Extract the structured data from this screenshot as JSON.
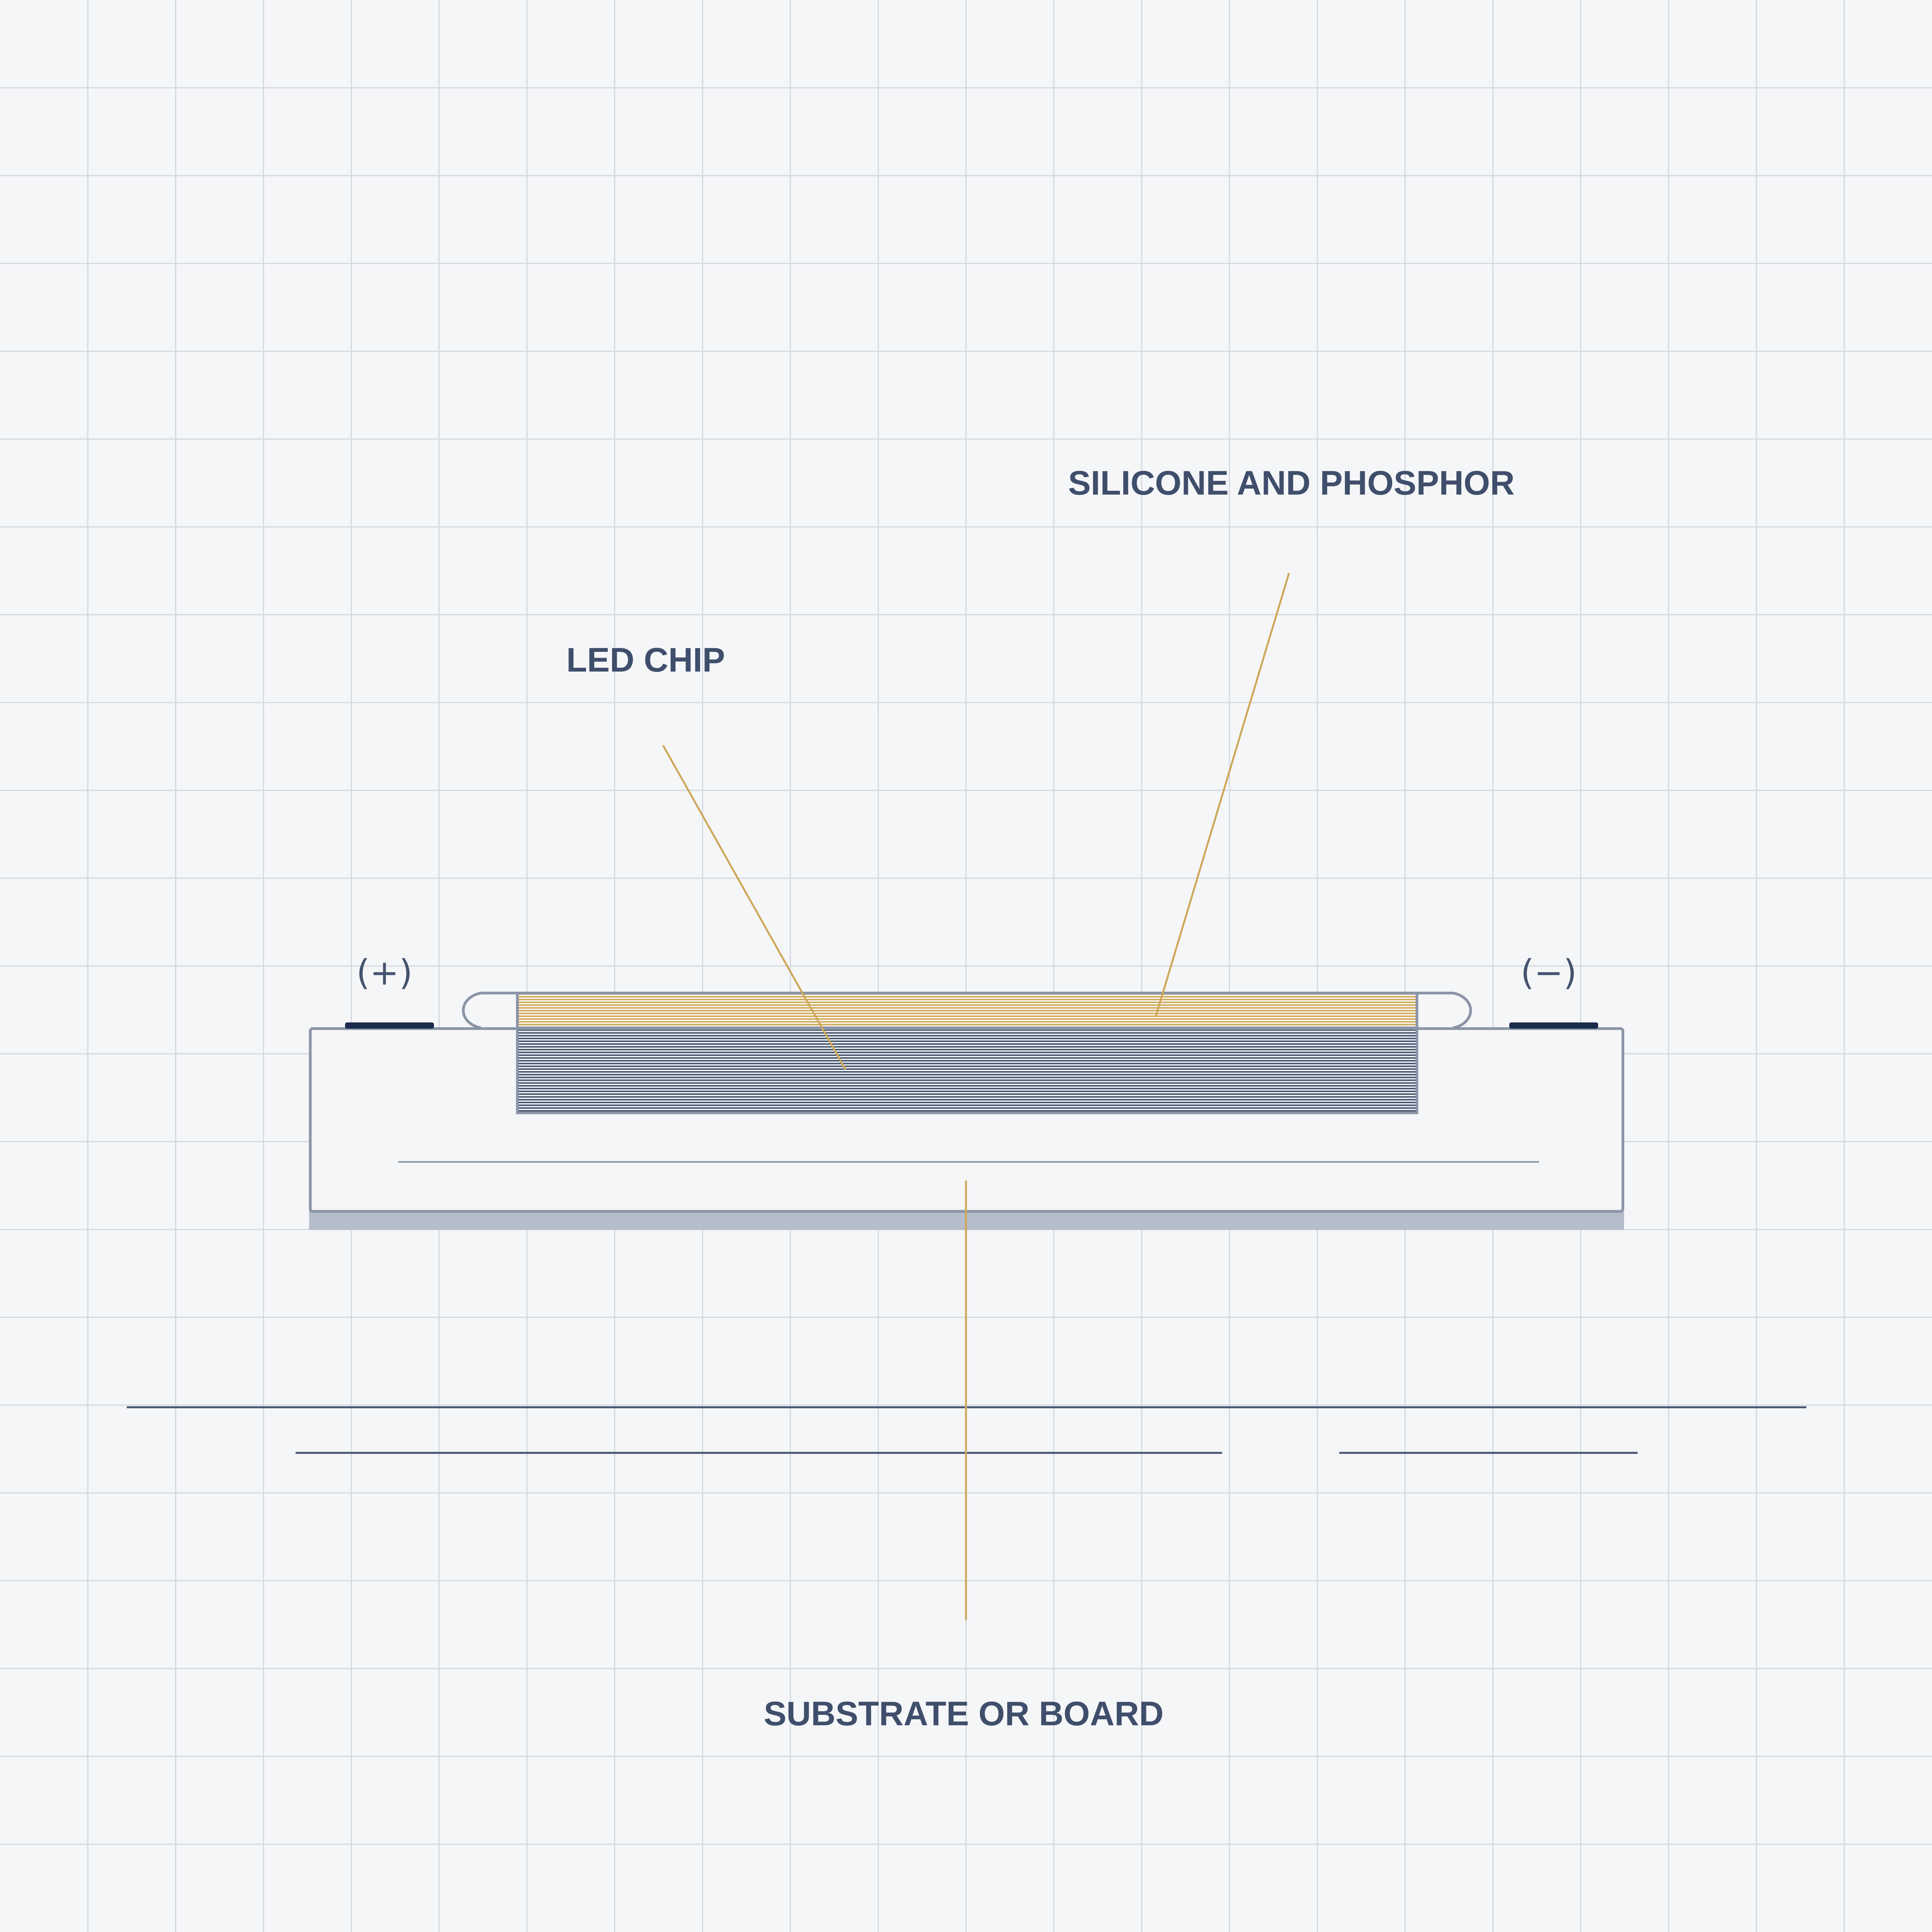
{
  "labels": {
    "silicone": "SILICONE AND PHOSPHOR",
    "chip": "LED CHIP",
    "substrate": "SUBSTRATE OR BOARD"
  },
  "terminals": {
    "positive": "(+)",
    "negative": "(−)"
  },
  "colors": {
    "background": "#f5f6f8",
    "grid": "#d3d8e0",
    "outline": "#8a94a6",
    "chip": "#44546f",
    "phosphor": "#cfa85a",
    "pad": "#1a2b4c",
    "shadow": "#b5bcca",
    "text": "#3f4e6b"
  }
}
